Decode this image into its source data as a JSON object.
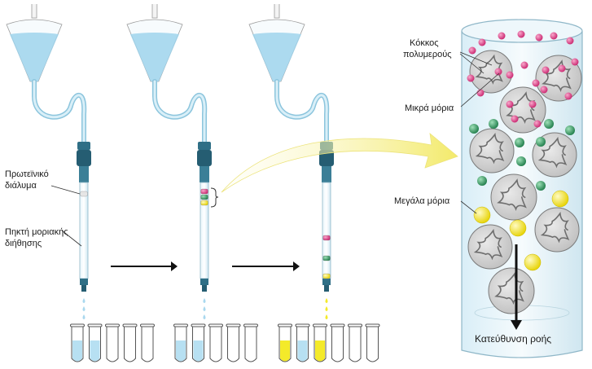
{
  "labels": {
    "protein_solution_line1": "Πρωτεϊνικό",
    "protein_solution_line2": "διάλυμα",
    "gel_line1": "Πηκτή μοριακής",
    "gel_line2": "διήθησης",
    "polymer_beads_line1": "Κόκκος",
    "polymer_beads_line2": "πολυμερούς",
    "small_molecules": "Μικρά μόρια",
    "large_molecules": "Μεγάλα μόρια",
    "flow_direction": "Κατεύθυνση ροής"
  },
  "colors": {
    "tube_blue": "#d6ecf6",
    "liquid_blue": "#9fd3ec",
    "cap_teal": "#2f6f86",
    "pink": "#e0478c",
    "green": "#3aa06a",
    "yellow": "#f4ea2a",
    "bead_grey": "#d4d4d4",
    "arrow_yellow": "#f6ef8a"
  },
  "stages": [
    {
      "name": "stage-1",
      "bands": [
        "grey"
      ],
      "tubes_filled": [
        "blue",
        "blue",
        "empty",
        "empty",
        "empty"
      ]
    },
    {
      "name": "stage-2",
      "bands": [
        "pink",
        "green",
        "yellow"
      ],
      "tubes_filled": [
        "blue",
        "blue",
        "empty",
        "empty",
        "empty"
      ]
    },
    {
      "name": "stage-3",
      "bands": [
        "pink",
        "green",
        "yellow"
      ],
      "tubes_filled": [
        "yellow",
        "blue",
        "yellow",
        "empty",
        "empty",
        "empty"
      ]
    }
  ]
}
